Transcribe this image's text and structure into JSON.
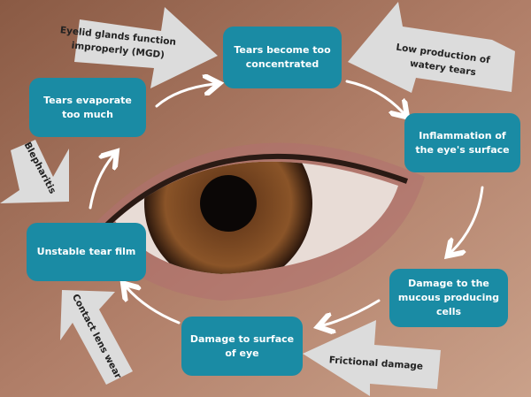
{
  "cycle_steps": {
    "concentrated": "Tears become too concentrated",
    "inflammation": "Inflammation of the eye's surface",
    "mucous": "Damage to the mucous producing cells",
    "surface": "Damage to surface of eye",
    "unstable": "Unstable tear film",
    "evaporate": "Tears evaporate too much"
  },
  "causes": {
    "mgd_line1": "Eyelid glands function",
    "mgd_line2": "improperly (MGD)",
    "low_line1": "Low production of",
    "low_line2": "watery tears",
    "blepharitis": "Blepharitis",
    "contact": "Contact lens wear",
    "friction": "Frictional damage"
  },
  "colors": {
    "box": "#1a8ba4",
    "cause_arrow": "#dcdcdc",
    "cycle_arrow": "#ffffff"
  }
}
